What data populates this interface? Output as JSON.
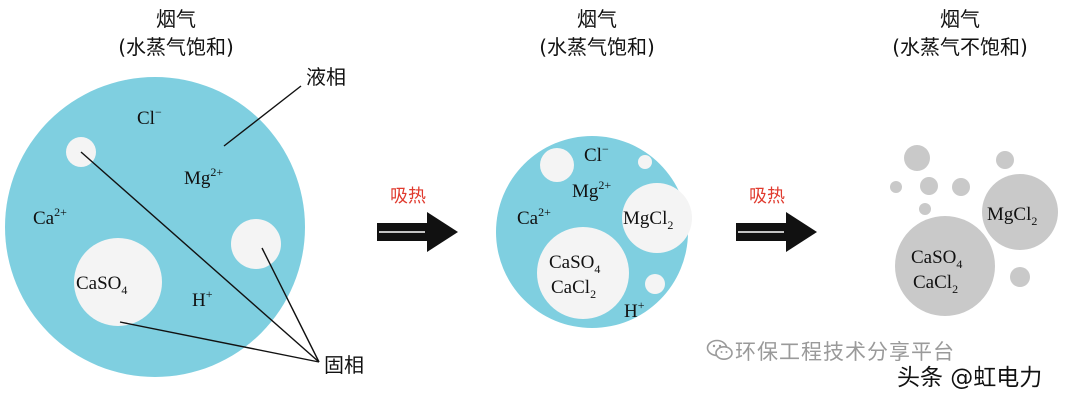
{
  "colors": {
    "liquid": "#7fcfe0",
    "solid": "#f4f4f4",
    "dry_solid": "#c9c9c9",
    "arrow_label": "#e03a2e",
    "text": "#111111"
  },
  "stage1": {
    "title": "烟气",
    "subtitle": "(水蒸气饱和)",
    "liquid_label": "液相",
    "solid_label": "固相",
    "ions": {
      "cl": "Cl",
      "cl_sup": "−",
      "mg": "Mg",
      "mg_sup": "2+",
      "ca": "Ca",
      "ca_sup": "2+",
      "h": "H",
      "h_sup": "+"
    },
    "caso4": {
      "main": "CaSO",
      "sub": "4"
    }
  },
  "arrow1": {
    "label": "吸热"
  },
  "stage2": {
    "title": "烟气",
    "subtitle": "(水蒸气饱和)",
    "ions": {
      "cl": "Cl",
      "cl_sup": "−",
      "mg": "Mg",
      "mg_sup": "2+",
      "ca": "Ca",
      "ca_sup": "2+",
      "h": "H",
      "h_sup": "+"
    },
    "mgcl2": {
      "main": "MgCl",
      "sub": "2"
    },
    "caso4": {
      "main": "CaSO",
      "sub": "4"
    },
    "cacl2": {
      "main": "CaCl",
      "sub": "2"
    }
  },
  "arrow2": {
    "label": "吸热"
  },
  "stage3": {
    "title": "烟气",
    "subtitle": "(水蒸气不饱和)",
    "mgcl2": {
      "main": "MgCl",
      "sub": "2"
    },
    "caso4": {
      "main": "CaSO",
      "sub": "4"
    },
    "cacl2": {
      "main": "CaCl",
      "sub": "2"
    }
  },
  "watermark": {
    "text": "环保工程技术分享平台",
    "logo_icon": "wechat-icon"
  },
  "signature": {
    "text": "头条 @虹电力"
  }
}
